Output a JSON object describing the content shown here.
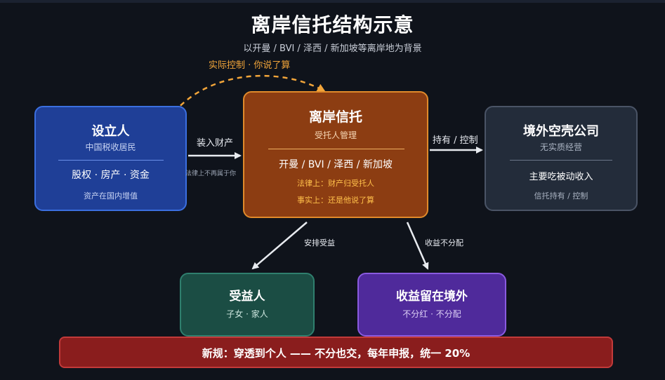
{
  "title": "离岸信托结构示意",
  "subtitle": "以开曼 / BVI / 泽西 / 新加坡等离岸地为背景",
  "control_label": "实际控制 · 你说了算",
  "settlor": {
    "title": "设立人",
    "subtitle": "中国税收居民",
    "assets": "股权 · 房产 · 资金",
    "note": "资产在国内增值"
  },
  "trust": {
    "title": "离岸信托",
    "subtitle": "受托人管理",
    "jurisdictions": "开曼 / BVI / 泽西 / 新加坡",
    "legal_line": "法律上：财产归受托人",
    "fact_line": "事实上：还是他说了算"
  },
  "shell": {
    "title": "境外空壳公司",
    "subtitle": "无实质经营",
    "income": "主要吃被动收入",
    "note": "信托持有 / 控制"
  },
  "beneficiary": {
    "title": "受益人",
    "subtitle": "子女 · 家人"
  },
  "retained": {
    "title": "收益留在境外",
    "subtitle": "不分红 · 不分配"
  },
  "arrows": {
    "transfer": "装入财产",
    "transfer_note": "法律上不再属于你",
    "hold": "持有 / 控制",
    "arrange": "安排受益",
    "no_distribution": "收益不分配"
  },
  "new_rule": "新规：穿透到个人 —— 不分也交，每年申报，统一 20%",
  "colors": {
    "background": "#0f131b",
    "settlor": "#1f3f97",
    "trust": "#8c3d12",
    "shell": "#232c3a",
    "beneficiary": "#1b4d44",
    "retained": "#4f2a9b",
    "new_rule": "#8a1d1d",
    "accent_orange": "#f2a53a"
  }
}
